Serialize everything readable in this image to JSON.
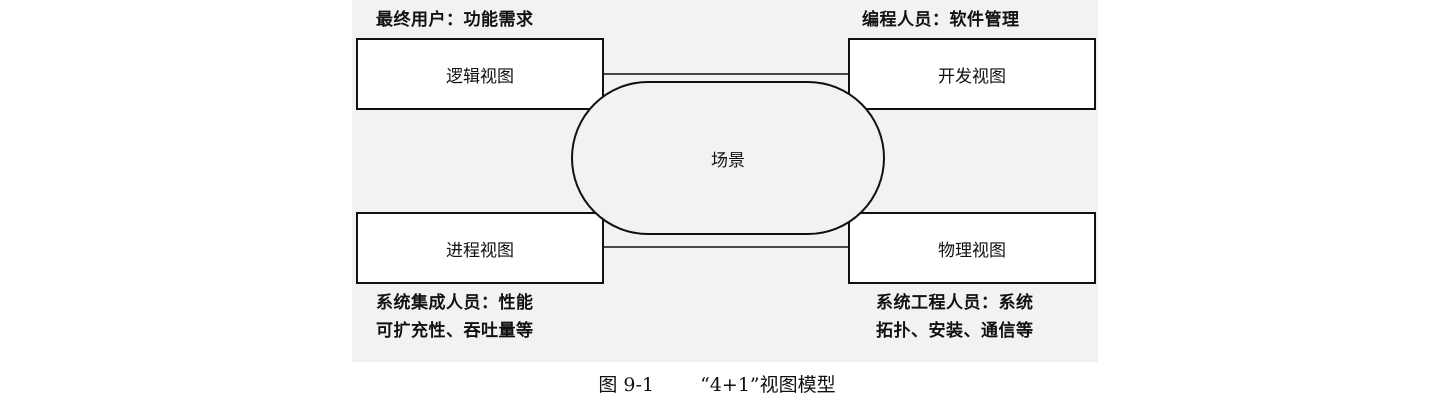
{
  "diagram": {
    "views": {
      "logical": "逻辑视图",
      "development": "开发视图",
      "process": "进程视图",
      "physical": "物理视图"
    },
    "scenario": "场景",
    "stakeholders": {
      "logical": [
        "最终用户：功能需求"
      ],
      "development": [
        "编程人员：软件管理"
      ],
      "process": [
        "系统集成人员：性能",
        "可扩充性、吞吐量等"
      ],
      "physical": [
        "系统工程人员：系统",
        "拓扑、安装、通信等"
      ]
    }
  },
  "figure": {
    "number": "图 9-1",
    "title": "“4+1”视图模型"
  }
}
